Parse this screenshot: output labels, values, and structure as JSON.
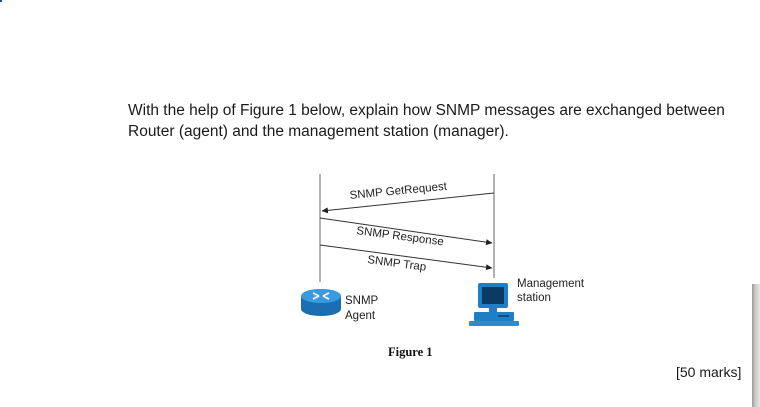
{
  "question": {
    "line1": "With the help of Figure 1 below, explain how SNMP messages are exchanged between",
    "line2": "Router (agent) and the management station (manager)."
  },
  "diagram": {
    "messages": [
      {
        "label": "SNMP GetRequest",
        "direction": "manager-to-agent"
      },
      {
        "label": "SNMP Response",
        "direction": "agent-to-manager"
      },
      {
        "label": "SNMP Trap",
        "direction": "agent-to-manager"
      }
    ],
    "agent": {
      "label_line1": "SNMP",
      "label_line2": "Agent",
      "icon": "router-icon"
    },
    "manager": {
      "label_line1": "Management",
      "label_line2": "station",
      "icon": "workstation-icon"
    },
    "icon_color": "#1f7fc4"
  },
  "caption": "Figure 1",
  "marks": "[50 marks]"
}
